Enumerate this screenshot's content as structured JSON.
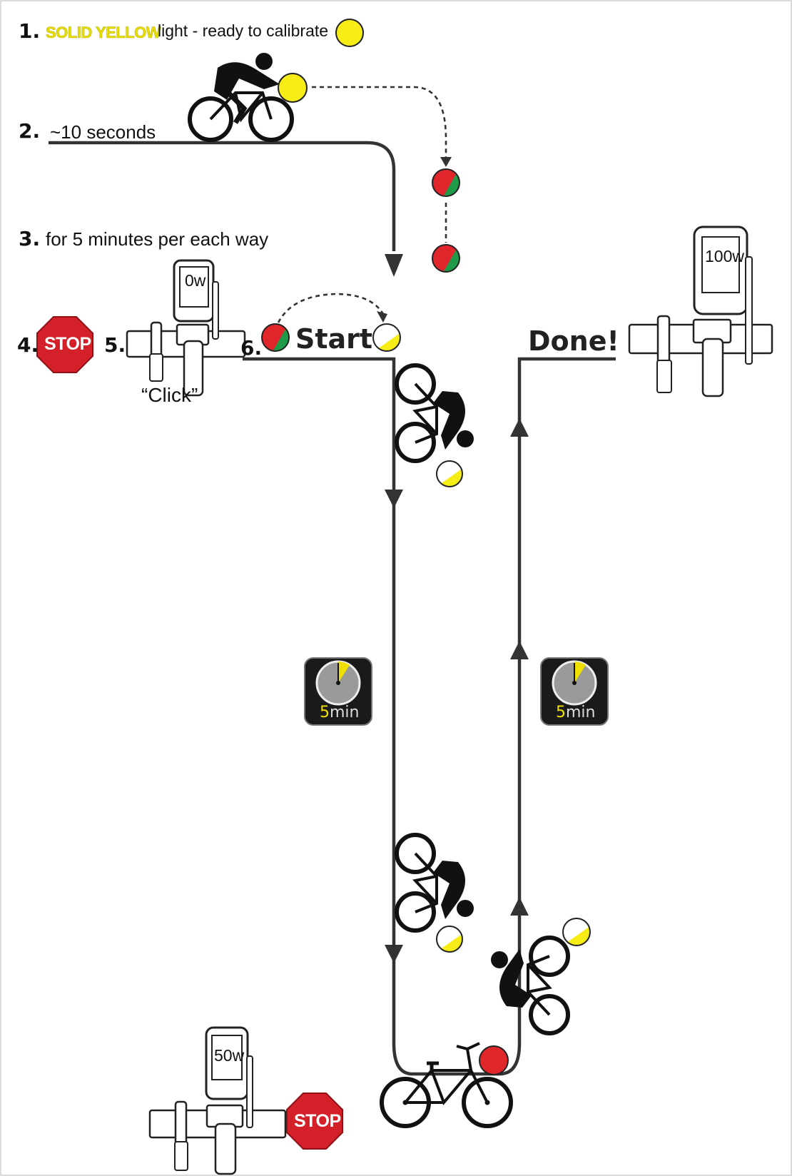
{
  "steps": {
    "step1": {
      "number": "1.",
      "highlight": "SOLID YELLOW",
      "text": "light - ready to calibrate"
    },
    "step2": {
      "number": "2.",
      "text": "~10 seconds"
    },
    "step3": {
      "number": "3.",
      "text": "for 5 minutes per each way"
    },
    "step4": {
      "number": "4."
    },
    "step5": {
      "number": "5.",
      "caption": "“Click”"
    },
    "step6": {
      "number": "6.",
      "label": "Start"
    }
  },
  "done_label": "Done!",
  "stop_sign_text": "STOP",
  "timers": [
    {
      "number": "5",
      "unit": "min"
    },
    {
      "number": "5",
      "unit": "min"
    }
  ],
  "head_unit_readings": {
    "start": "0w",
    "finish": "100w",
    "bottom": "50w"
  },
  "colors": {
    "yellow": "#f6ec16",
    "red": "#e0262a",
    "green": "#1f9a48",
    "stop_red": "#d42028",
    "path": "#333333"
  },
  "icons": [
    "cyclist-icon",
    "bicycle-icon",
    "stop-sign-icon",
    "stopwatch-icon",
    "head-unit-icon",
    "led-light-icon"
  ]
}
